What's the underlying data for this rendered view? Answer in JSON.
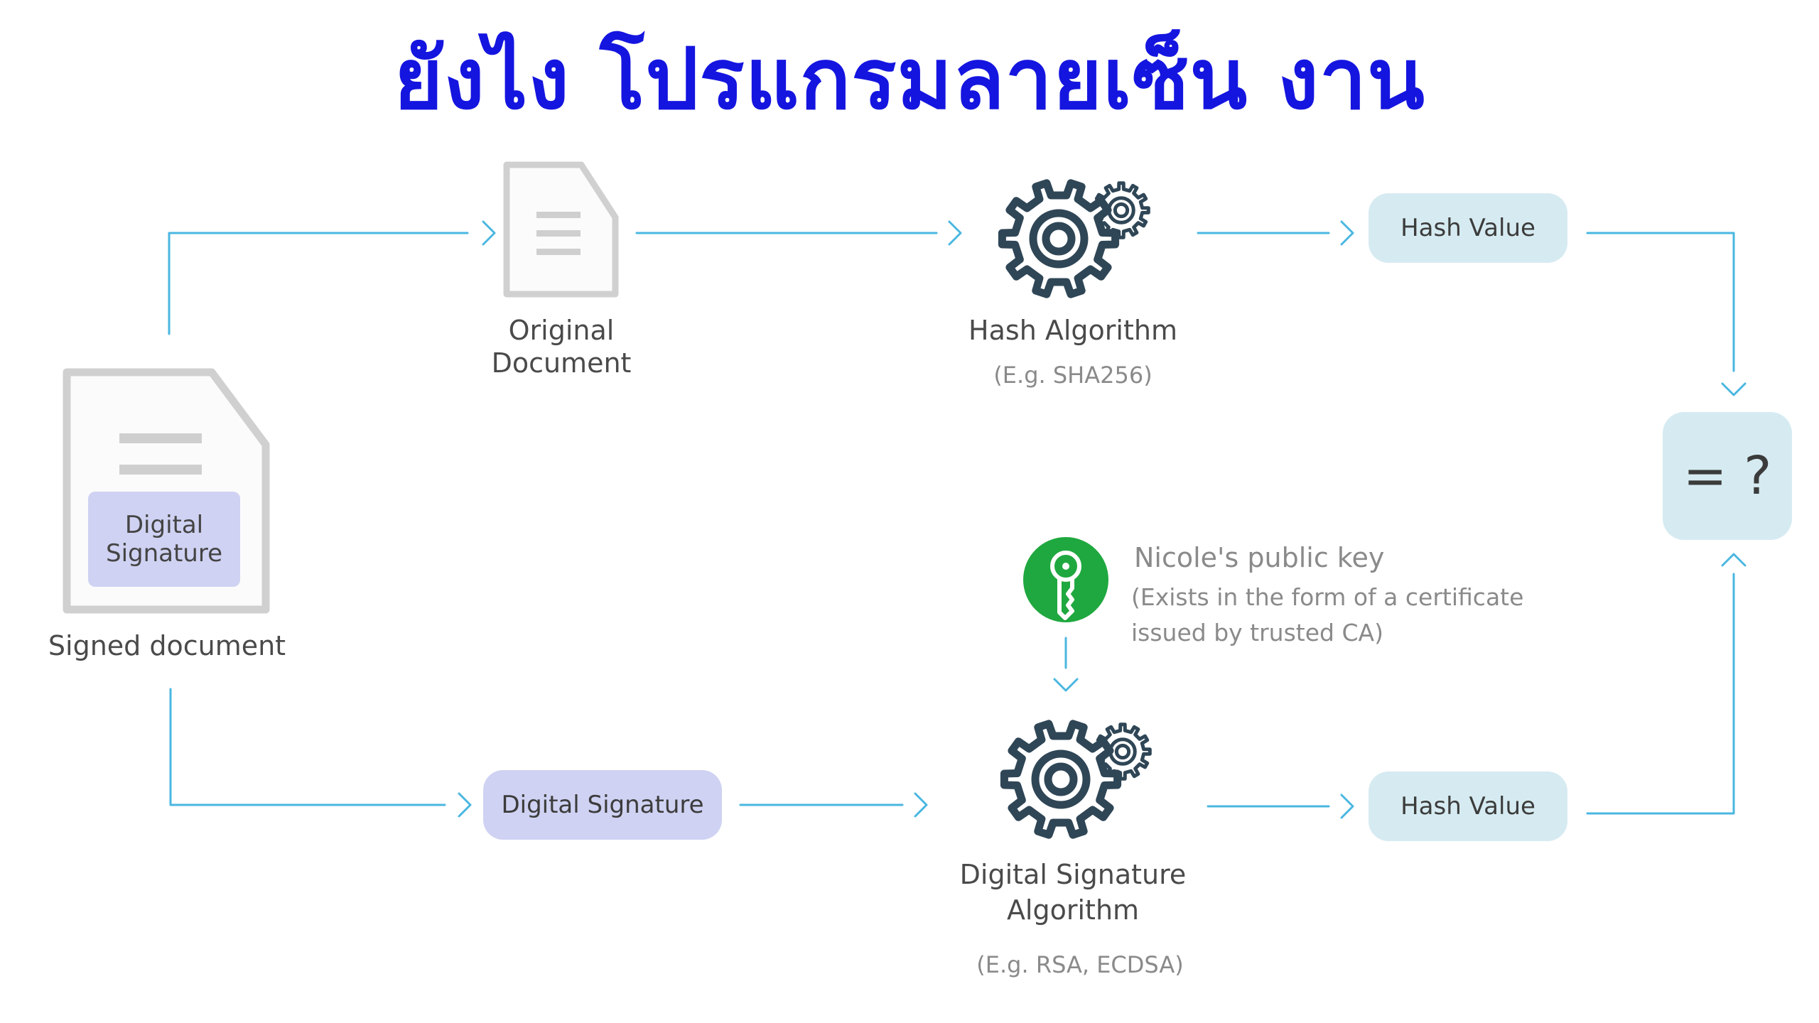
{
  "title": "ยังไง โปรแกรมลายเซ็น งาน",
  "signed_document": {
    "label": "Signed document",
    "inner_label_line1": "Digital",
    "inner_label_line2": "Signature"
  },
  "original_document": {
    "label_line1": "Original",
    "label_line2": "Document"
  },
  "hash_algorithm": {
    "label": "Hash Algorithm",
    "example": "(E.g. SHA256)"
  },
  "hash_value_top": "Hash Value",
  "hash_value_bottom": "Hash Value",
  "digital_signature_pill": "Digital Signature",
  "digital_signature_algorithm": {
    "label_line1": "Digital Signature",
    "label_line2": "Algorithm",
    "example": "(E.g. RSA, ECDSA)"
  },
  "public_key": {
    "title": "Nicole's public key",
    "note_line1": "(Exists in the form of a certificate",
    "note_line2": "issued by trusted CA)"
  },
  "comparison": "= ?",
  "colors": {
    "title": "#1515e0",
    "connector": "#4ab7e0",
    "gear": "#2f4656",
    "key_circle": "#1fa83f",
    "hash_pill": "#d6ebf1",
    "signature_pill": "#cfd2f2",
    "document_outline": "#d0d0d0"
  },
  "icons": {
    "document": "document-icon",
    "gear": "gear-icon",
    "key": "key-icon",
    "chevron": "chevron-icon"
  }
}
